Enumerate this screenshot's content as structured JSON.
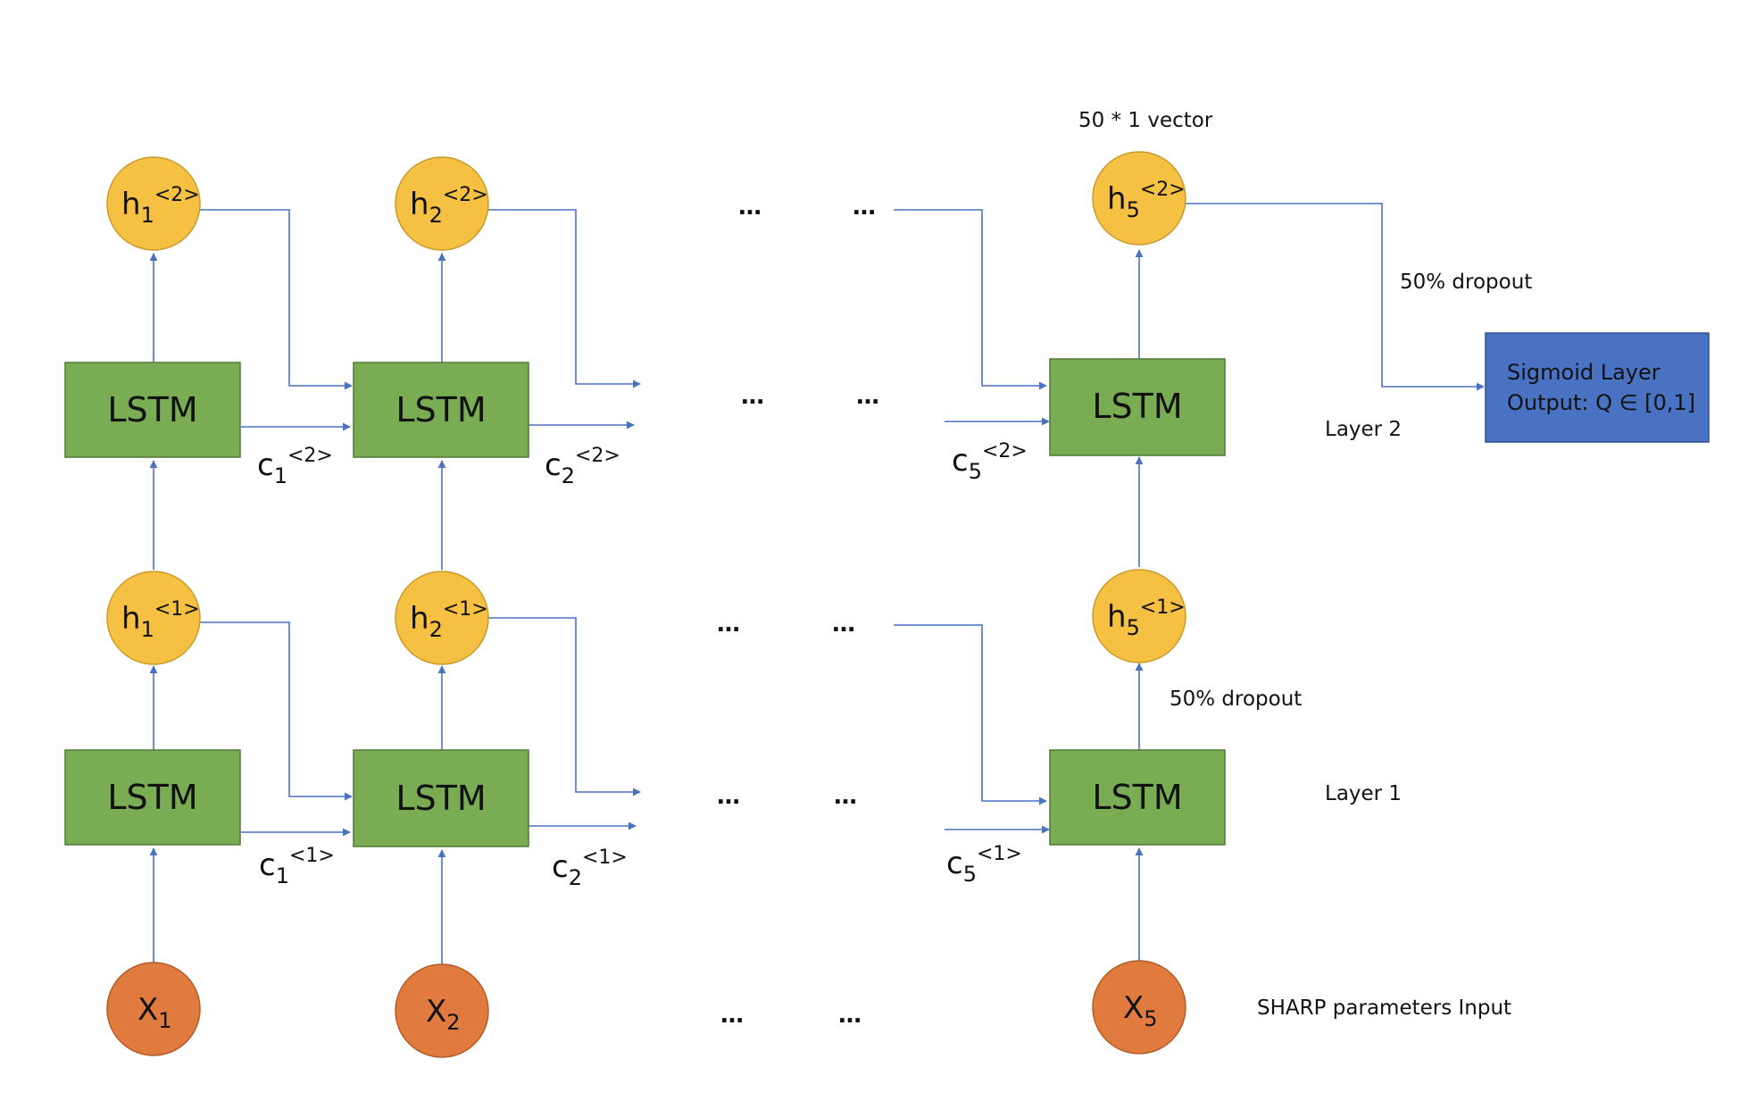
{
  "layer_labels": {
    "layer2": "Layer 2",
    "layer1": "Layer 1",
    "input": "SHARP parameters Input"
  },
  "annotations": {
    "vector": "50 * 1 vector",
    "dropout_top": "50% dropout",
    "dropout_mid": "50% dropout"
  },
  "sigmoid": {
    "line1": "Sigmoid Layer",
    "line2": "Output: Q ∈ [0,1]"
  },
  "lstm_label": "LSTM",
  "ellipsis": "…",
  "nodes": {
    "h_top": [
      {
        "base": "h",
        "sub": "1",
        "sup": "<2>"
      },
      {
        "base": "h",
        "sub": "2",
        "sup": "<2>"
      },
      {
        "base": "h",
        "sub": "5",
        "sup": "<2>"
      }
    ],
    "h_bottom": [
      {
        "base": "h",
        "sub": "1",
        "sup": "<1>"
      },
      {
        "base": "h",
        "sub": "2",
        "sup": "<1>"
      },
      {
        "base": "h",
        "sub": "5",
        "sup": "<1>"
      }
    ],
    "x": [
      {
        "base": "X",
        "sub": "1"
      },
      {
        "base": "X",
        "sub": "2"
      },
      {
        "base": "X",
        "sub": "5"
      }
    ]
  },
  "cells": {
    "layer2": [
      {
        "base": "c",
        "sub": "1",
        "sup": "<2>"
      },
      {
        "base": "c",
        "sub": "2",
        "sup": "<2>"
      },
      {
        "base": "c",
        "sub": "5",
        "sup": "<2>"
      }
    ],
    "layer1": [
      {
        "base": "c",
        "sub": "1",
        "sup": "<1>"
      },
      {
        "base": "c",
        "sub": "2",
        "sup": "<1>"
      },
      {
        "base": "c",
        "sub": "5",
        "sup": "<1>"
      }
    ]
  }
}
